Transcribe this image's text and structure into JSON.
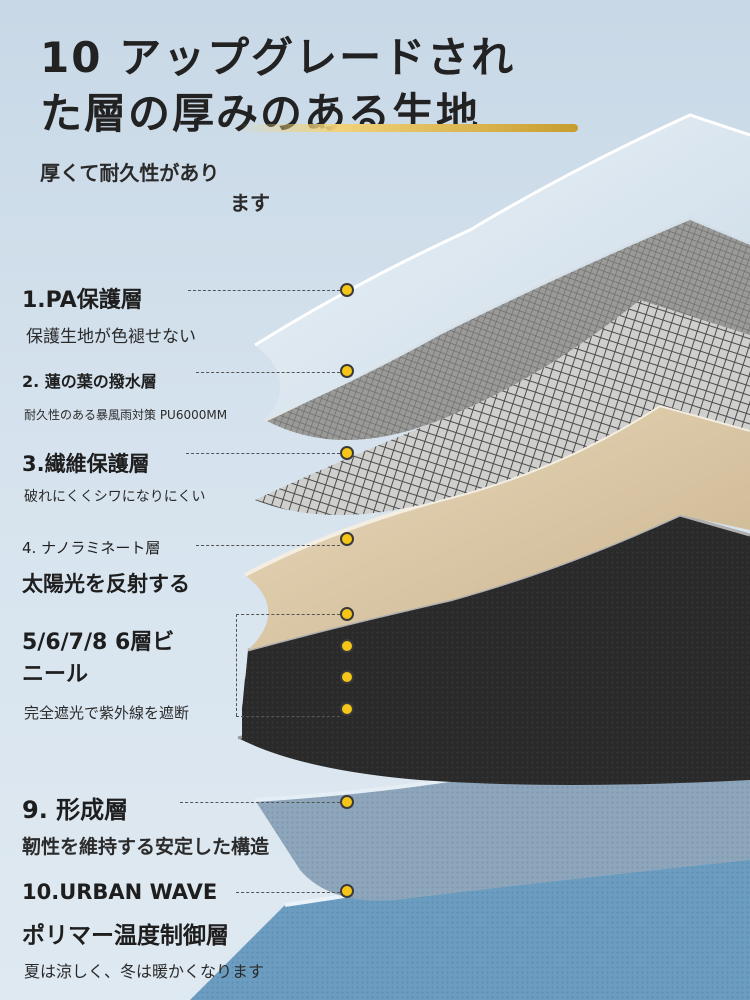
{
  "headline": {
    "line1": "10 アップグレードされ",
    "line2": "た層の厚みのある生地",
    "accent_color": "#d6a93b"
  },
  "subhead": {
    "line1": "厚くて耐久性があり",
    "line2": "ます"
  },
  "layers": [
    {
      "heading": "1.PA保護層",
      "desc": "保護生地が色褪せない"
    },
    {
      "heading": "2. 蓮の葉の撥水層",
      "desc": "耐久性のある暴風雨対策 PU6000MM"
    },
    {
      "heading": "3.繊維保護層",
      "desc": "破れにくくシワになりにくい"
    },
    {
      "heading": "4. ナノラミネート層",
      "desc": "太陽光を反射する"
    },
    {
      "heading_line1": "5/6/7/8 6層ビ",
      "heading_line2": "ニール",
      "desc": "完全遮光で紫外線を遮断"
    },
    {
      "heading": "9. 形成層",
      "desc": "靭性を維持する安定した構造"
    },
    {
      "heading": "10.URBAN WAVE",
      "heading_line2": "ポリマー温度制御層",
      "desc": "夏は涼しく、冬は暖かくなります"
    }
  ],
  "colors": {
    "background_top": "#c8d8e6",
    "dot": "#f5c518",
    "layer_clear": "#dfe9f3",
    "layer_mesh_gray": "#8f8f8f",
    "layer_fiber": "#6e6e6e",
    "layer_beige": "#d9c6a6",
    "layer_black": "#2b2b2b",
    "layer_steel_blue": "#8fa8bd",
    "layer_blue": "#6f9fc0"
  }
}
